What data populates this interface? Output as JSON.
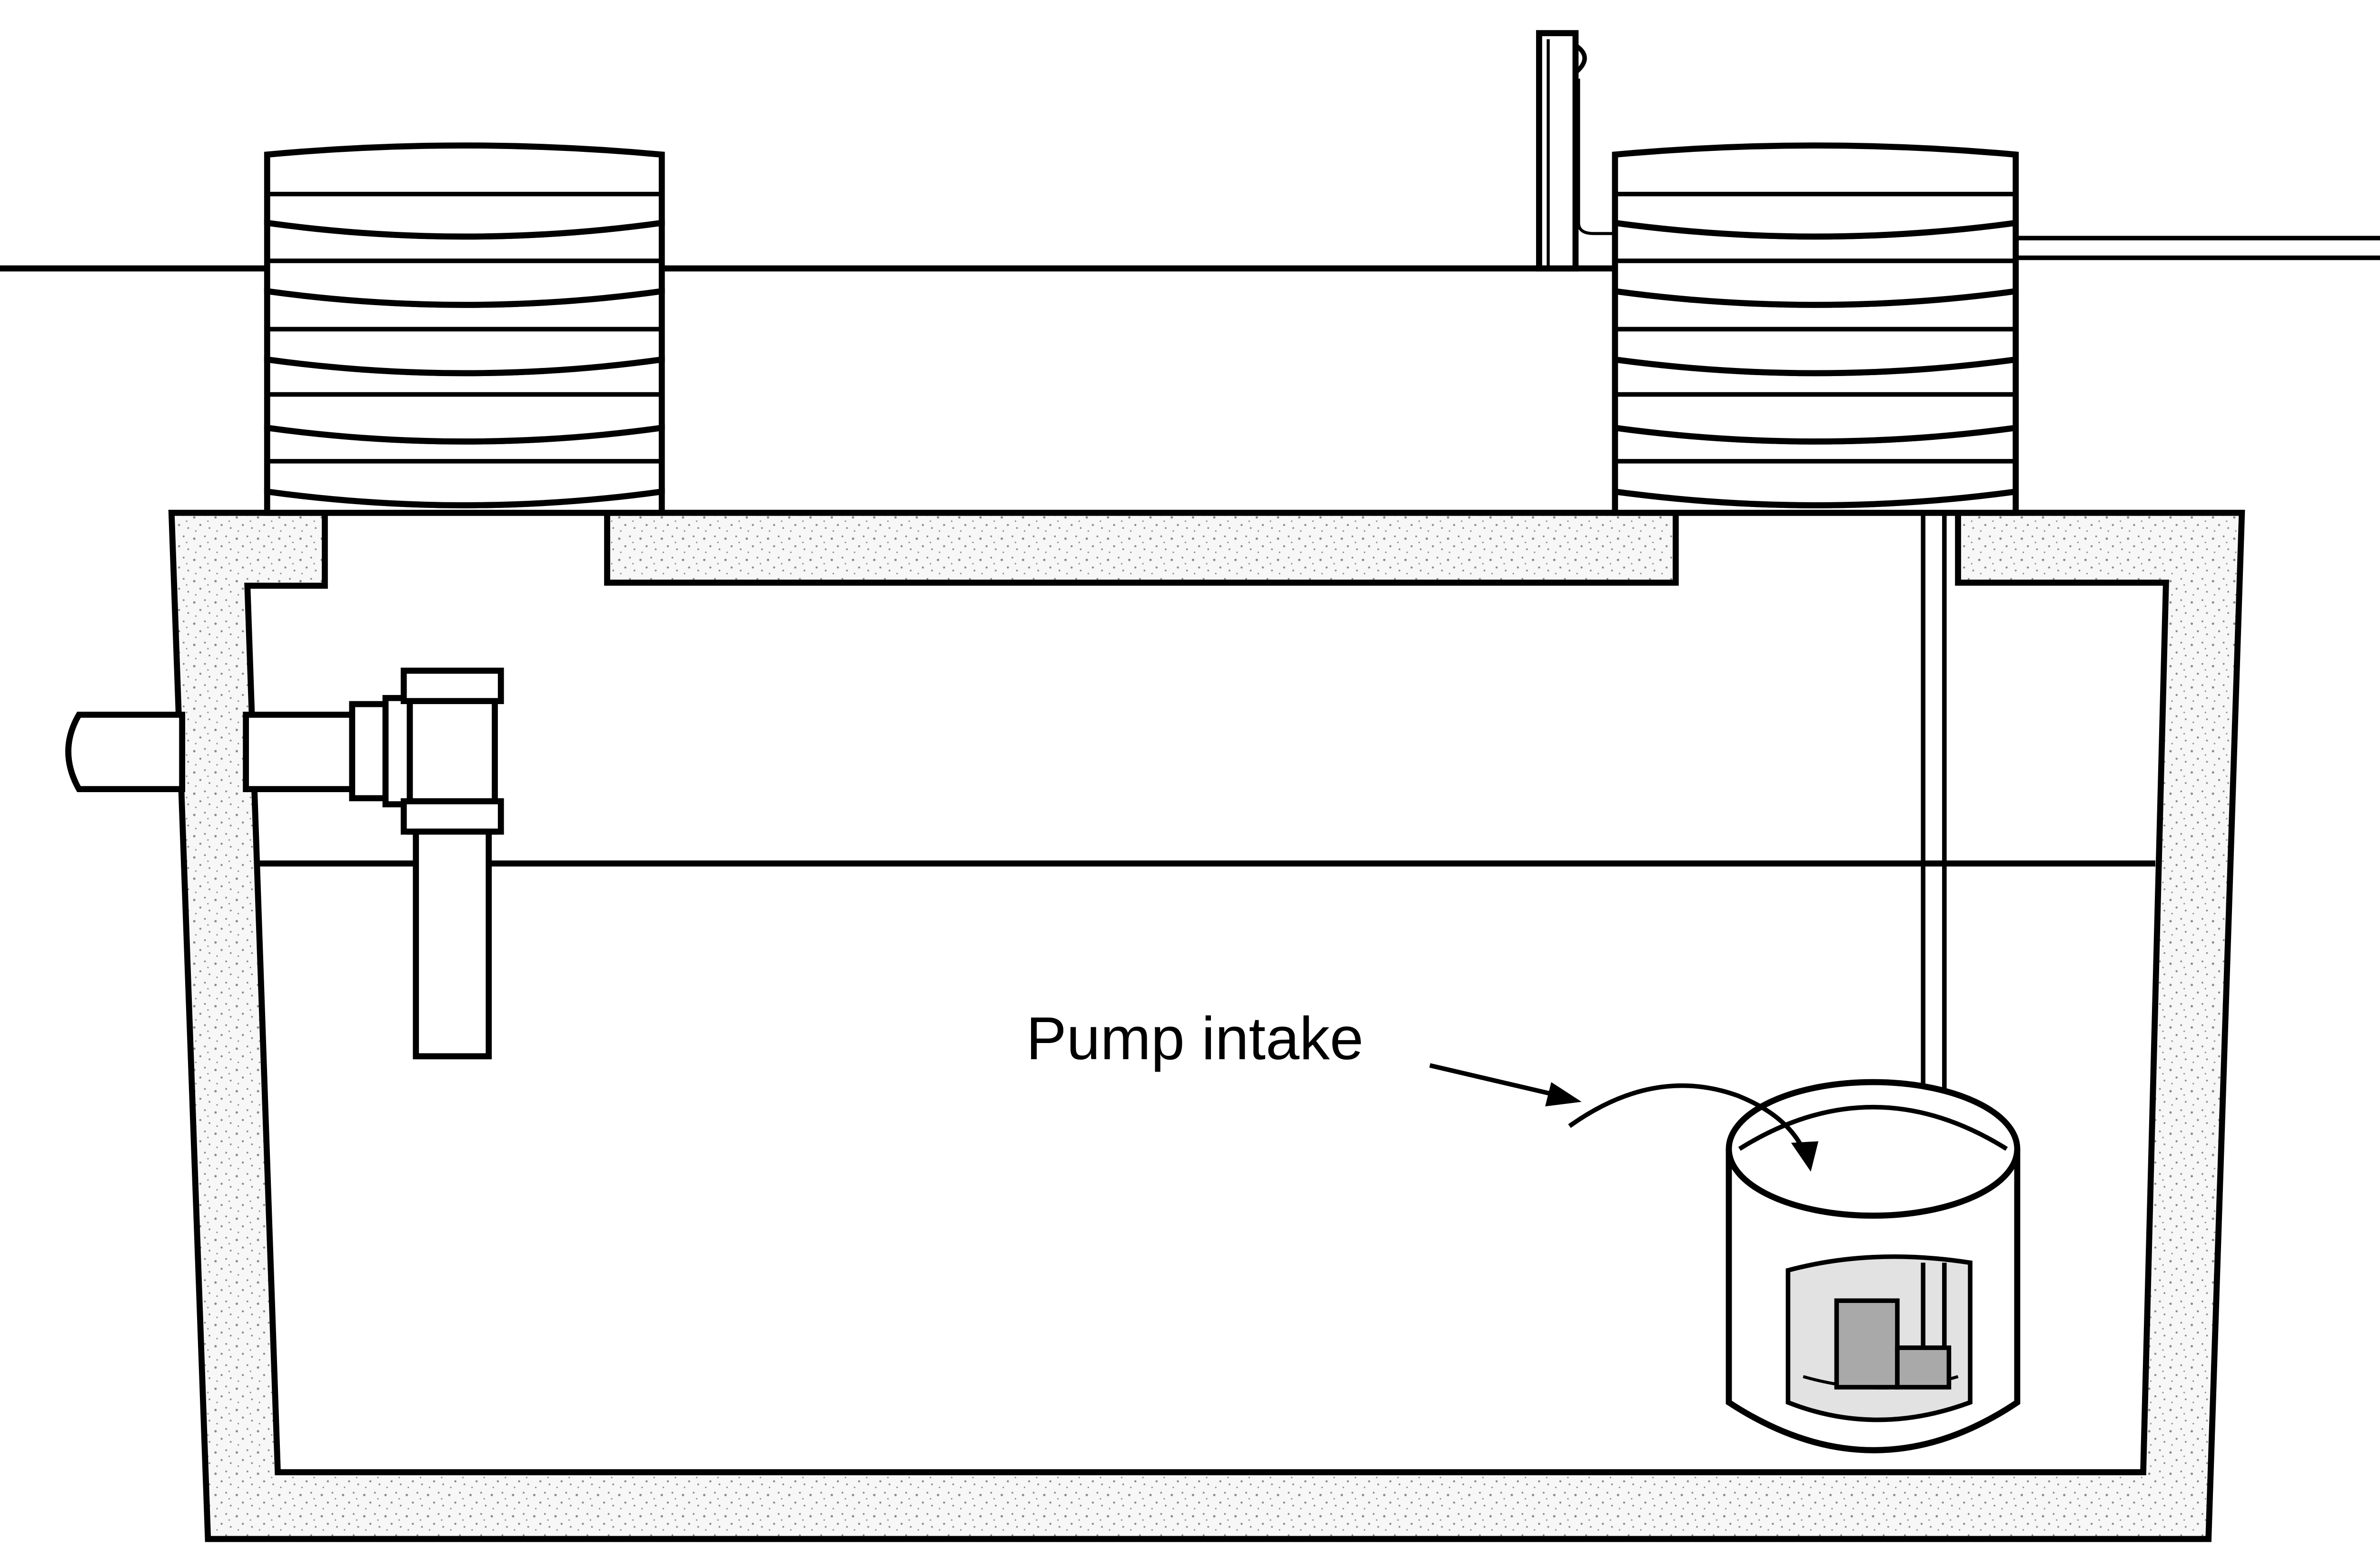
{
  "labels": {
    "pump_intake": "Pump intake"
  },
  "colors": {
    "ink": "#000000",
    "paper": "#ffffff",
    "concrete": "#f7f7f7",
    "speckle": "#8a8a8a",
    "screen_window": "#e2e2e2",
    "pump_body": "#a9a9a9"
  },
  "icons": {
    "riser": "corrugated-riser",
    "pump": "submersible-pump",
    "pipe": "tee-pipe"
  }
}
